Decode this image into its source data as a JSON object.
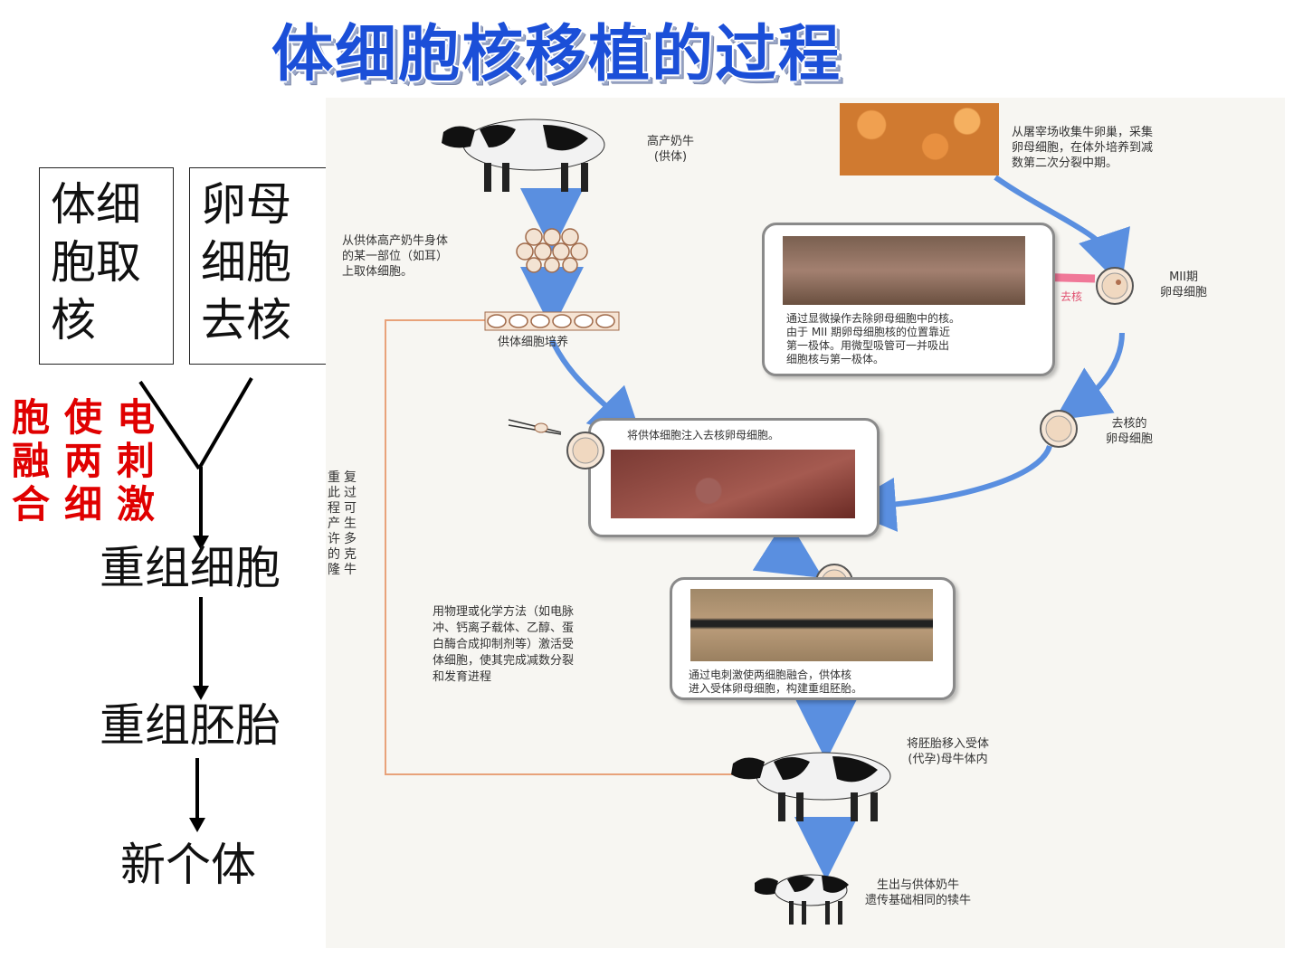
{
  "title": "体细胞核移植的过程",
  "left_flow": {
    "box_donor": [
      "体细",
      "胞取",
      "核"
    ],
    "box_oocyte": [
      "卵母",
      "细胞",
      "去核"
    ],
    "red_columns": [
      [
        "胞",
        "融",
        "合"
      ],
      [
        "使",
        "两",
        "细"
      ],
      [
        "电",
        "刺",
        "激"
      ]
    ],
    "stages": [
      "重组细胞",
      "重组胚胎",
      "新个体"
    ]
  },
  "figure": {
    "caption_donor_cow": [
      "高产奶牛",
      "(供体)"
    ],
    "caption_take_cells": [
      "从供体高产奶牛身体",
      "的某一部位（如耳）",
      "上取体细胞。"
    ],
    "caption_culture": "供体细胞培养",
    "caption_ovary": [
      "从屠宰场收集牛卵巢，采集",
      "卵母细胞，在体外培养到减",
      "数第二次分裂中期。"
    ],
    "caption_mii": [
      "MII期",
      "卵母细胞"
    ],
    "label_remove_nucleus": "去核",
    "caption_enucleation": [
      "通过显微操作去除卵母细胞中的核。",
      "由于 MII 期卵母细胞核的位置靠近",
      "第一极体。用微型吸管可一并吸出",
      "细胞核与第一极体。"
    ],
    "caption_enucleated": [
      "去核的",
      "卵母细胞"
    ],
    "caption_inject": "将供体细胞注入去核卵母细胞。",
    "caption_repeat": [
      "重",
      "复",
      "此",
      "过",
      "程",
      "可",
      "产",
      "生",
      "许",
      "多",
      "的",
      "克",
      "隆",
      "牛"
    ],
    "caption_activate": [
      "用物理或化学方法（如电脉",
      "冲、钙离子载体、乙醇、蛋",
      "白酶合成抑制剂等）激活受",
      "体细胞，使其完成减数分裂",
      "和发育进程"
    ],
    "caption_fusion": [
      "通过电刺激使两细胞融合，供体核",
      "进入受体卵母细胞，构建重组胚胎。"
    ],
    "caption_transfer": [
      "将胚胎移入受体",
      "(代孕)母牛体内"
    ],
    "caption_birth": [
      "生出与供体奶牛",
      "遗传基础相同的犊牛"
    ]
  },
  "colors": {
    "title": "#1b4fd8",
    "red_text": "#e00000",
    "flow_arrow": "#5a8fe0",
    "repeat_line": "#e8a27a"
  }
}
